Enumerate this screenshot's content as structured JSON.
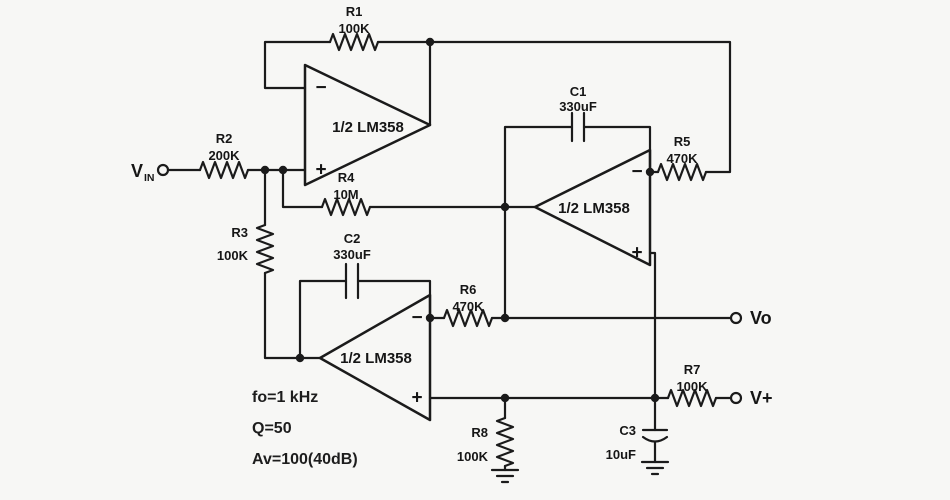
{
  "opamps": [
    {
      "label": "1/2 LM358"
    },
    {
      "label": "1/2 LM358"
    },
    {
      "label": "1/2 LM358"
    }
  ],
  "polarity": {
    "minus": "−",
    "plus": "+"
  },
  "resistors": [
    {
      "name": "R1",
      "value": "100K"
    },
    {
      "name": "R2",
      "value": "200K"
    },
    {
      "name": "R3",
      "value": "100K"
    },
    {
      "name": "R4",
      "value": "10M"
    },
    {
      "name": "R5",
      "value": "470K"
    },
    {
      "name": "R6",
      "value": "470K"
    },
    {
      "name": "R7",
      "value": "100K"
    },
    {
      "name": "R8",
      "value": "100K"
    }
  ],
  "capacitors": [
    {
      "name": "C1",
      "value": "330uF"
    },
    {
      "name": "C2",
      "value": "330uF"
    },
    {
      "name": "C3",
      "value": "10uF"
    }
  ],
  "terminals": {
    "input_main": "V",
    "input_sub": "IN",
    "output": "Vo",
    "supply": "V+"
  },
  "annotations": [
    "fo=1 kHz",
    "Q=50",
    "Av=100(40dB)"
  ],
  "colors": {
    "wire": "#1b1b1b",
    "background": "#f7f7f5"
  }
}
